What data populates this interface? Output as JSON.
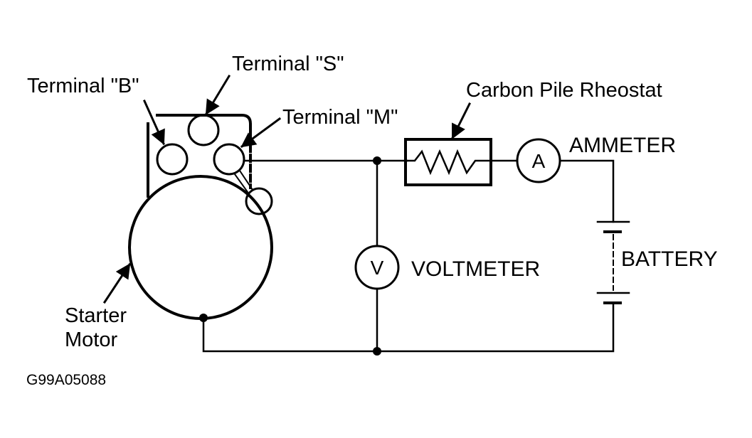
{
  "diagram": {
    "figure_code": "G99A05088",
    "labels": {
      "terminal_b": "Terminal \"B\"",
      "terminal_s": "Terminal \"S\"",
      "terminal_m": "Terminal \"M\"",
      "carbon_pile": "Carbon Pile Rheostat",
      "ammeter": "AMMETER",
      "voltmeter": "VOLTMETER",
      "battery": "BATTERY",
      "starter_line1": "Starter",
      "starter_line2": "Motor"
    },
    "meter_symbols": {
      "ammeter": "A",
      "voltmeter": "V"
    },
    "colors": {
      "ink": "#000000",
      "background": "#ffffff"
    }
  }
}
